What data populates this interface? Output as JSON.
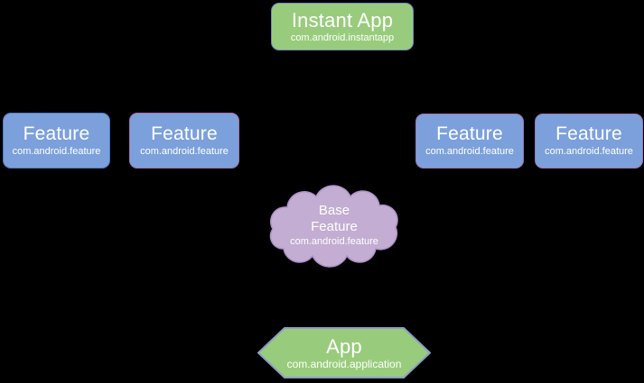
{
  "canvas": {
    "background": "#000000",
    "text_color": "#ffffff"
  },
  "diagram": {
    "instant_app": {
      "title": "Instant App",
      "subtitle": "com.android.instantapp",
      "fill": "#98cc7c",
      "border": "#7289c9",
      "shape": "rounded-rectangle"
    },
    "features": [
      {
        "title": "Feature",
        "subtitle": "com.android.feature",
        "fill": "#7ca0db",
        "border": "#5578bf",
        "shape": "rounded-rectangle"
      },
      {
        "title": "Feature",
        "subtitle": "com.android.feature",
        "fill": "#7ca0db",
        "border": "#a273b3",
        "shape": "rounded-rectangle"
      },
      {
        "title": "Feature",
        "subtitle": "com.android.feature",
        "fill": "#7ca0db",
        "border": "#a273b3",
        "shape": "rounded-rectangle"
      },
      {
        "title": "Feature",
        "subtitle": "com.android.feature",
        "fill": "#7ca0db",
        "border": "#a273b3",
        "shape": "rounded-rectangle"
      }
    ],
    "base_feature": {
      "title_line1": "Base",
      "title_line2": "Feature",
      "subtitle": "com.android.feature",
      "fill": "#c3add2",
      "border": "#ad92c8",
      "shape": "cloud"
    },
    "app": {
      "title": "App",
      "subtitle": "com.android.application",
      "fill": "#98cc7c",
      "border": "#8a9ec6",
      "shape": "hexagon"
    }
  }
}
